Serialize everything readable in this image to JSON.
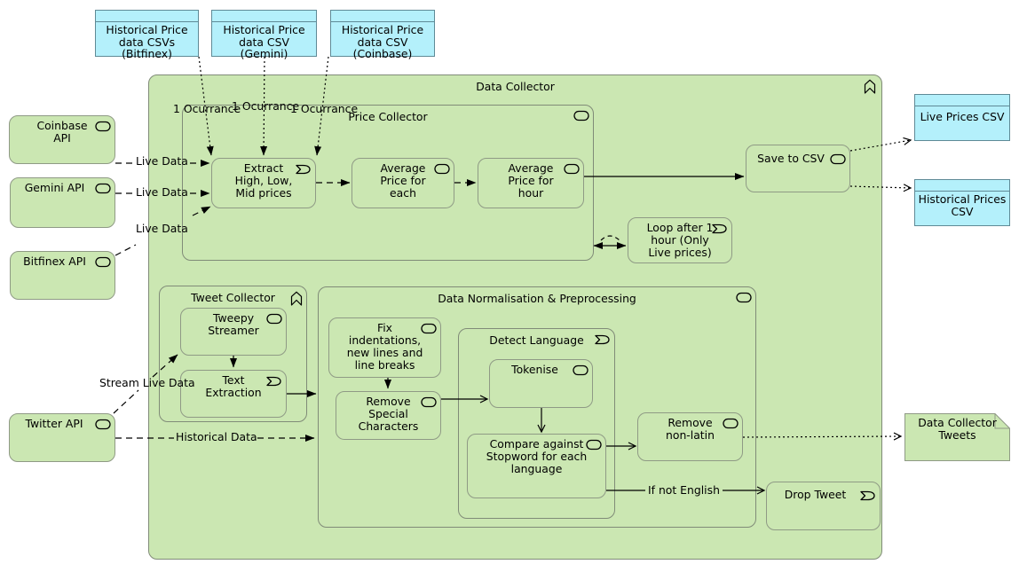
{
  "colors": {
    "node_fill": "#cbe7b2",
    "node_border": "#8f9a85",
    "container_border": "#808b78",
    "artifact_fill": "#b4f0fb",
    "artifact_border": "#5f8a96",
    "line": "#000000"
  },
  "containers": {
    "data_collector": {
      "title": "Data Collector"
    },
    "price_collector": {
      "title": "Price Collector"
    },
    "tweet_collector": {
      "title": "Tweet Collector"
    },
    "data_normalisation": {
      "title": "Data Normalisation & Preprocessing"
    },
    "detect_language": {
      "title": "Detect Language"
    }
  },
  "nodes": {
    "coinbase_api": {
      "label": "Coinbase\nAPI"
    },
    "gemini_api": {
      "label": "Gemini API"
    },
    "bitfinex_api": {
      "label": "Bitfinex API"
    },
    "twitter_api": {
      "label": "Twitter API"
    },
    "extract": {
      "label": "Extract\nHigh, Low,\nMid prices"
    },
    "avg_each": {
      "label": "Average\nPrice for\neach"
    },
    "avg_hour": {
      "label": "Average\nPrice for\nhour"
    },
    "save_to_csv": {
      "label": "Save to CSV"
    },
    "loop": {
      "label": "Loop after 1\nhour (Only\nLive prices)"
    },
    "tweepy": {
      "label": "Tweepy\nStreamer"
    },
    "text_extraction": {
      "label": "Text\nExtraction"
    },
    "fix_indent": {
      "label": "Fix\nindentations,\nnew lines and\nline breaks"
    },
    "remove_special": {
      "label": "Remove\nSpecial\nCharacters"
    },
    "tokenise": {
      "label": "Tokenise"
    },
    "compare_stopword": {
      "label": "Compare against\nStopword for each\nlanguage"
    },
    "remove_non_latin": {
      "label": "Remove\nnon-latin"
    },
    "drop_tweet": {
      "label": "Drop Tweet"
    }
  },
  "artifacts": {
    "hist_bitfinex": {
      "label": "Historical Price\ndata CSVs\n(Bitfinex)"
    },
    "hist_gemini": {
      "label": "Historical Price\ndata CSV\n(Gemini)"
    },
    "hist_coinbase": {
      "label": "Historical Price\ndata CSV\n(Coinbase)"
    },
    "live_prices": {
      "label": "Live Prices CSV"
    },
    "historical_prices": {
      "label": "Historical Prices\nCSV"
    }
  },
  "notes": {
    "tweets": {
      "label": "Data Collector\nTweets"
    }
  },
  "edge_labels": {
    "ocurrance_1": "1 Ocurrance",
    "ocurrance_2": "1 Ocurrance",
    "ocurrance_3": "1 Ocurrance",
    "live_data_1": "Live Data",
    "live_data_2": "Live Data",
    "live_data_3": "Live Data",
    "stream_live_data": "Stream Live Data",
    "historical_data": "Historical Data",
    "if_not_english": "If not English"
  }
}
